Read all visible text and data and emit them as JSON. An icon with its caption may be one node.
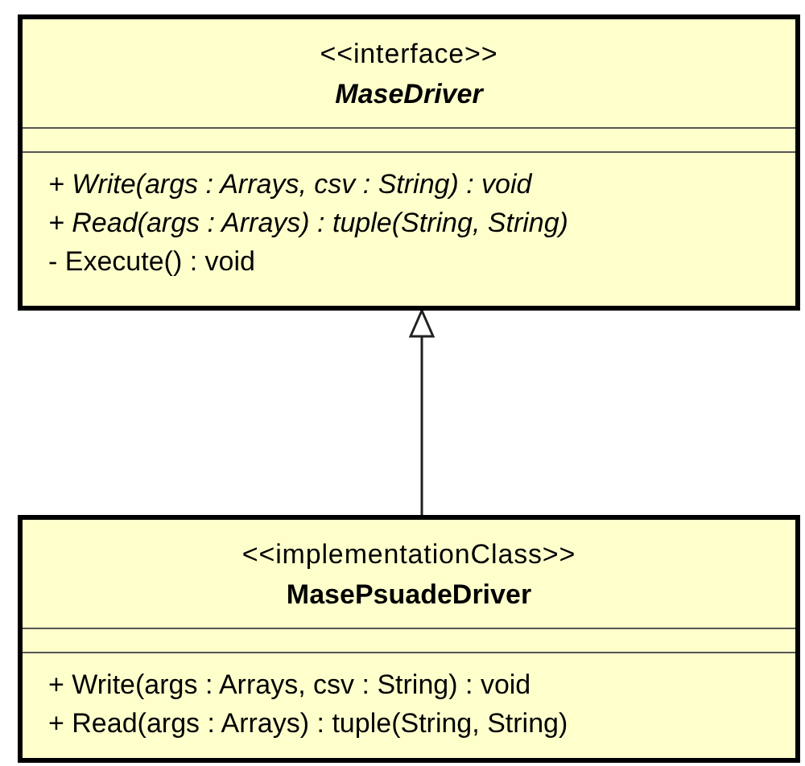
{
  "diagram": {
    "nodes": [
      {
        "text": [
          "<<interface>>",
          "*MaseDriver*",
          "*+ Write(args : Arrays, csv : String) : void*",
          "*+ Read(args : Arrays) : tuple(String, String)*",
          "- Execute() : void"
        ]
      },
      {
        "text": [
          "<<implementationClass>>",
          "MasePsuadeDriver",
          "+ Write(args : Arrays, csv : String) : void",
          "+ Read(args : Arrays) : tuple(String, String)"
        ]
      }
    ],
    "edges": [
      {
        "from": 1,
        "to": 0,
        "arrow": "to"
      }
    ]
  }
}
